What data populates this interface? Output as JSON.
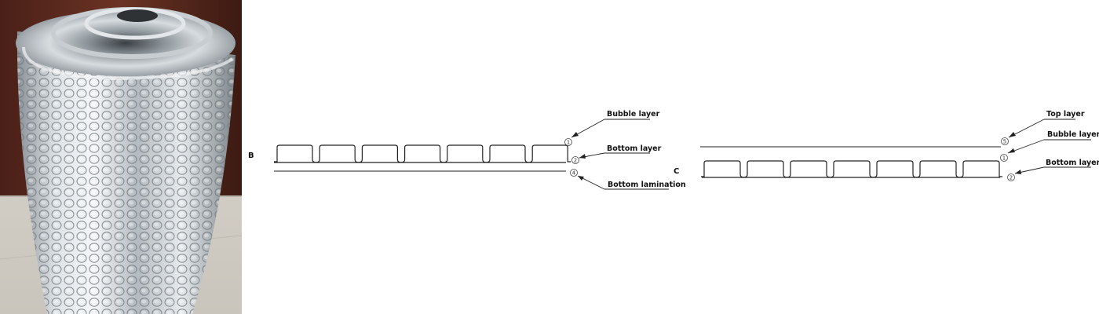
{
  "photo": {
    "subject-icon": "foil-bubble-insulation-roll-photo",
    "colors": {
      "wall": "#5e2a1e",
      "floor": "#d6d2c9",
      "foil_light": "#e8ecef",
      "foil_mid": "#a9b0b5",
      "foil_dark": "#6e767c"
    }
  },
  "diagram_b": {
    "letter": "B",
    "layers": [
      {
        "number": "1",
        "label": "Bubble layer"
      },
      {
        "number": "2",
        "label": "Bottom layer"
      },
      {
        "number": "4",
        "label": "Bottom lamination"
      }
    ],
    "bubble_count": 7
  },
  "diagram_c": {
    "letter": "C",
    "layers": [
      {
        "number": "5",
        "label": "Top layer"
      },
      {
        "number": "1",
        "label": "Bubble layer"
      },
      {
        "number": "2",
        "label": "Bottom layer"
      }
    ],
    "bubble_count": 7
  },
  "colors": {
    "line": "#222222",
    "text": "#111111"
  }
}
